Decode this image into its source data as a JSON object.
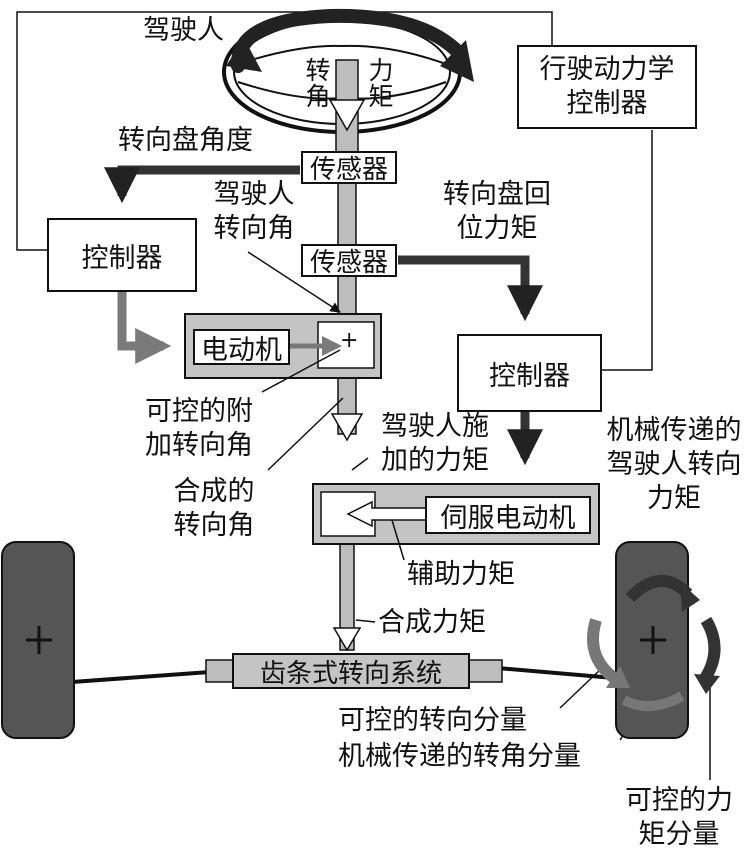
{
  "labels": {
    "driver": "驾驶人",
    "steering_angle_vertical": "转角",
    "torque_vertical": "力矩",
    "vehicle_dynamics_controller": "行驶动力学控制器",
    "handwheel_angle": "转向盘角度",
    "sensor_top": "传感器",
    "sensor_mid": "传感器",
    "driver_steering_angle": "驾驶人转向角",
    "wheel_return_torque": "转向盘回位力矩",
    "controller_left": "控制器",
    "controller_right": "控制器",
    "motor": "电动机",
    "motor_plus": "+",
    "controllable_additional_angle": "可控的附加转向角",
    "combined_steering_angle": "合成的转向角",
    "driver_applied_torque": "驾驶人施加的力矩",
    "servo_motor": "伺服电动机",
    "assist_torque": "辅助力矩",
    "combined_torque": "合成力矩",
    "rack_system": "齿条式转向系统",
    "mech_driver_torque": "机械传递的驾驶人转向力矩",
    "controllable_steering_component": "可控的转向分量",
    "mech_angle_component": "机械传递的转角分量",
    "controllable_torque_component": "可控的力矩分量",
    "wheel_left_plus": "+",
    "wheel_right_plus": "+"
  },
  "colors": {
    "frame": "#111111",
    "gray_block": "#c4c4c4",
    "tire": "#555555",
    "arrow_gray": "#8a8a8a"
  }
}
